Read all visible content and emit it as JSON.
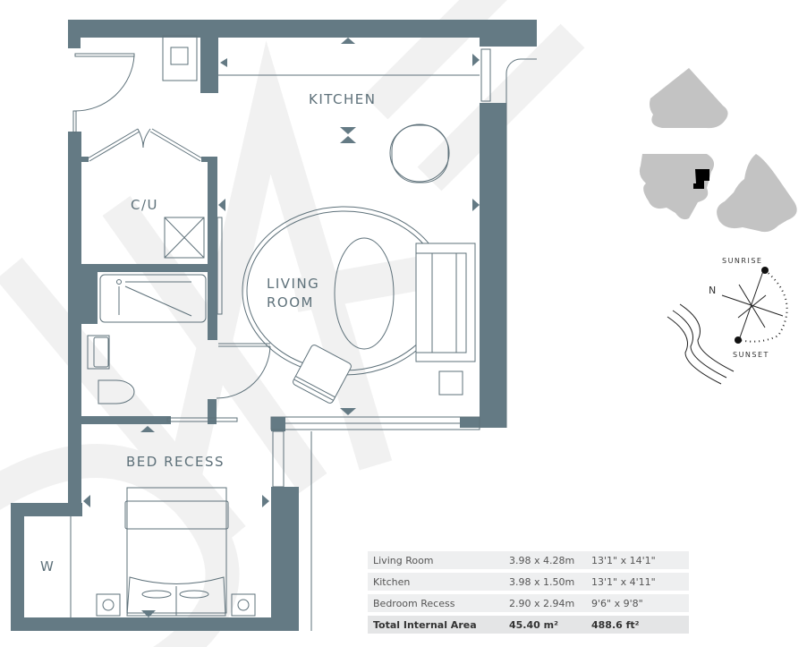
{
  "colors": {
    "wall": "#647a84",
    "line": "#5e717a",
    "watermark": "#f1f1f1",
    "site_block": "#c3c3c3",
    "highlight_unit": "#000000"
  },
  "watermark_text": "DRAFT",
  "rooms": {
    "kitchen": "KITCHEN",
    "cupboard": "C/U",
    "living_line1": "LIVING",
    "living_line2": "ROOM",
    "bed_recess": "BED RECESS",
    "wardrobe": "W"
  },
  "compass": {
    "north": "N",
    "sunrise": "SUNRISE",
    "sunset": "SUNSET"
  },
  "area_table": {
    "rows": [
      {
        "room": "Living Room",
        "metric": "3.98 x 4.28m",
        "imperial": "13'1\" x 14'1\""
      },
      {
        "room": "Kitchen",
        "metric": "3.98 x 1.50m",
        "imperial": "13'1\" x 4'11\""
      },
      {
        "room": "Bedroom Recess",
        "metric": "2.90 x 2.94m",
        "imperial": "9'6\" x 9'8\""
      }
    ],
    "total": {
      "label": "Total Internal Area",
      "metric": "45.40 m²",
      "imperial": "488.6 ft²"
    }
  }
}
